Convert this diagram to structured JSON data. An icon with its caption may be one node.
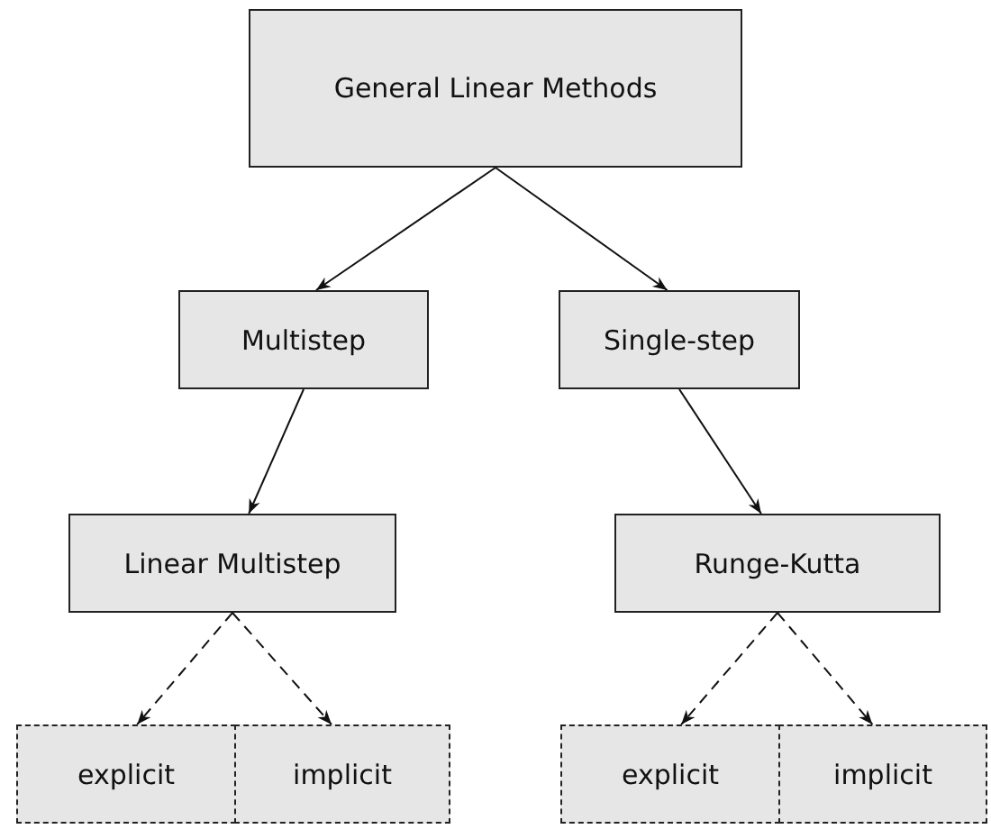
{
  "diagram": {
    "nodes": [
      {
        "text": [
          "General Linear Methods"
        ]
      },
      {
        "text": [
          "Multistep"
        ]
      },
      {
        "text": [
          "Single-step"
        ]
      },
      {
        "text": [
          "Linear Multistep"
        ]
      },
      {
        "text": [
          "Runge-Kutta"
        ]
      },
      {
        "text": [
          "explicit"
        ]
      },
      {
        "text": [
          "implicit"
        ]
      },
      {
        "text": [
          "explicit"
        ]
      },
      {
        "text": [
          "implicit"
        ]
      }
    ],
    "edges": [
      {
        "from": 0,
        "to": 1,
        "arrow": "to"
      },
      {
        "from": 0,
        "to": 2,
        "arrow": "to"
      },
      {
        "from": 1,
        "to": 3,
        "arrow": "to"
      },
      {
        "from": 2,
        "to": 4,
        "arrow": "to"
      },
      {
        "from": 3,
        "to": 5,
        "arrow": "to",
        "style": "dashed"
      },
      {
        "from": 3,
        "to": 6,
        "arrow": "to",
        "style": "dashed"
      },
      {
        "from": 4,
        "to": 7,
        "arrow": "to",
        "style": "dashed"
      },
      {
        "from": 4,
        "to": 8,
        "arrow": "to",
        "style": "dashed"
      }
    ]
  }
}
